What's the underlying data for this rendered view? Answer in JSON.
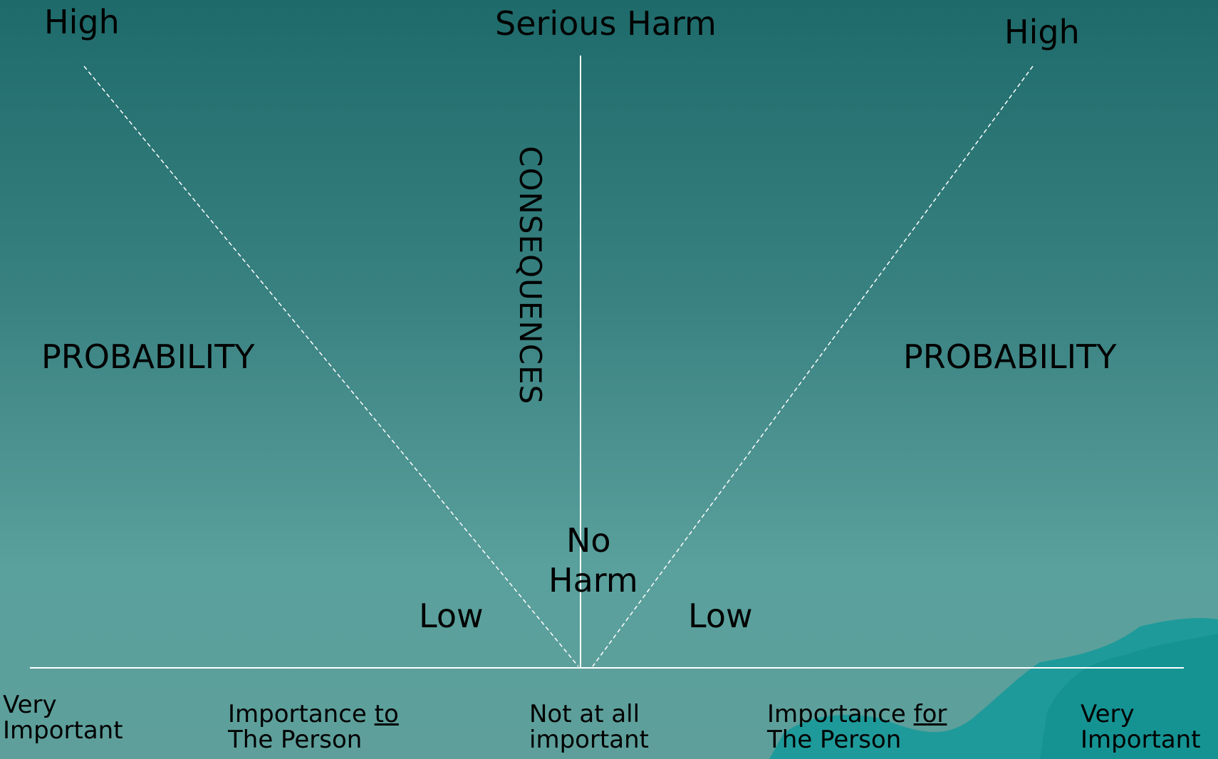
{
  "labels": {
    "left_high": "High",
    "right_high": "High",
    "top_center": "Serious Harm",
    "consequences": "CONSEQUENCES",
    "left_probability": "PROBABILITY",
    "right_probability": "PROBABILITY",
    "no_harm_line1": "No",
    "no_harm_line2": "Harm",
    "left_low": "Low",
    "right_low": "Low"
  },
  "bottom_labels": {
    "far_left_line1": "Very",
    "far_left_line2": "Important",
    "left_importance_prefix": "Importance ",
    "left_importance_underlined": "to",
    "left_importance_line2": "The Person",
    "center_line1": "Not at all",
    "center_line2": "important",
    "right_importance_prefix": "Importance ",
    "right_importance_underlined": "for",
    "right_importance_line2": "The Person",
    "far_right_line1": "Very",
    "far_right_line2": "Important"
  },
  "colors": {
    "background_top": "#1e6a6a",
    "background_bottom": "#5e9f9b",
    "lines": "#ffffff",
    "decoration": "#14999a"
  }
}
